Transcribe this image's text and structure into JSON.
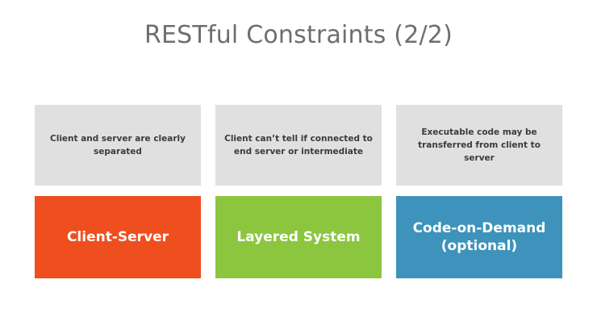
{
  "slide": {
    "title": "RESTful Constraints (2/2)",
    "background_color": "#ffffff",
    "title_color": "#6e6e6e"
  },
  "columns": [
    {
      "description": "Client and server are clearly separated",
      "label": "Client-Server",
      "box_color": "#ef4e1e",
      "description_bg": "#e0e0e0",
      "label_color": "#ffffff"
    },
    {
      "description": "Client can’t tell if connected to end server or intermediate",
      "label": "Layered System",
      "box_color": "#8cc63e",
      "description_bg": "#e0e0e0",
      "label_color": "#ffffff"
    },
    {
      "description": "Executable code may be transferred from client to server",
      "label": "Code-on-Demand (optional)",
      "box_color": "#3d93bb",
      "description_bg": "#e0e0e0",
      "label_color": "#ffffff"
    }
  ]
}
